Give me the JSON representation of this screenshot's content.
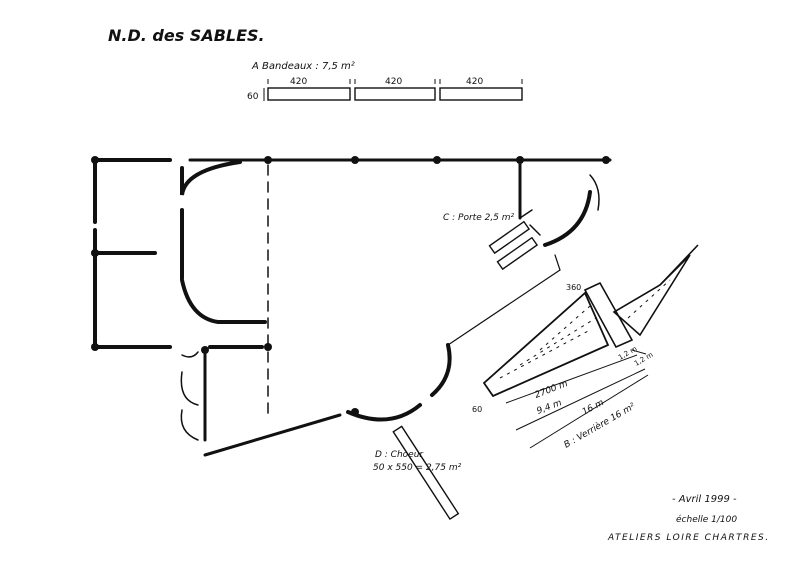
{
  "title": "N.D. des SABLES.",
  "bandeaux": {
    "label": "A Bandeaux : 7,5 m²",
    "height_label": "60",
    "segments": [
      "420",
      "420",
      "420"
    ]
  },
  "porte": {
    "label": "C : Porte 2,5 m²"
  },
  "choeur": {
    "label": "D : Choeur",
    "dims": "50 x 550 = 2,75 m²"
  },
  "verriere": {
    "dim_top": "360",
    "dim_width": "60",
    "len_a": "2700 m",
    "len_b": "9,4 m",
    "len_c": "16 m",
    "label": "B : Verrière 16 m²",
    "tag_a": "1,2 m",
    "tag_b": "1,2 m"
  },
  "footer": {
    "date": "- Avril 1999 -",
    "scale": "échelle 1/100",
    "company": "ATELIERS LOIRE CHARTRES."
  }
}
